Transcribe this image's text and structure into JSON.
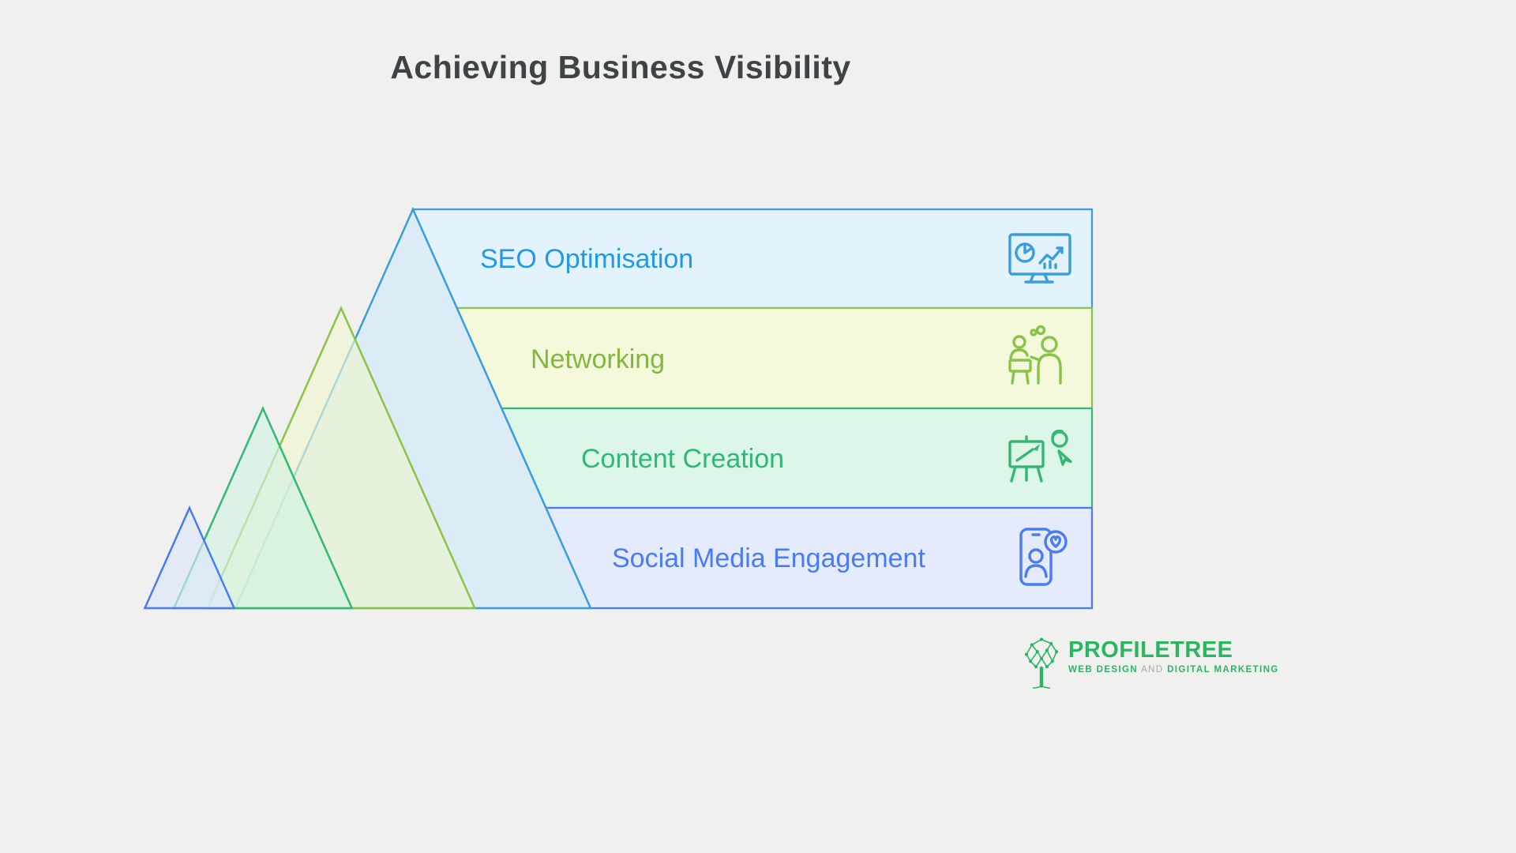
{
  "title": "Achieving Business Visibility",
  "diagram": {
    "layers": [
      {
        "label": "SEO Optimisation",
        "icon": "monitor-analytics-icon",
        "fill": "#e3f3fd",
        "border": "#3b9ddd",
        "text_color": "#2499e3",
        "triangle_fill": "#cfe9fb"
      },
      {
        "label": "Networking",
        "icon": "people-networking-icon",
        "fill": "#f3f9da",
        "border": "#8bc34a",
        "text_color": "#84b742",
        "triangle_fill": "#eef6cf"
      },
      {
        "label": "Content Creation",
        "icon": "easel-content-icon",
        "fill": "#dcf6e8",
        "border": "#34b873",
        "text_color": "#2eb873",
        "triangle_fill": "#d2f2e2"
      },
      {
        "label": "Social Media Engagement",
        "icon": "phone-engagement-icon",
        "fill": "#e4ebfd",
        "border": "#4a7bf5",
        "text_color": "#4a7bf5",
        "triangle_fill": "#dbe6fb"
      }
    ]
  },
  "logo": {
    "name": "PROFILETREE",
    "tagline_parts": {
      "p1": "WEB DESIGN",
      "p2": "AND",
      "p3": "DIGITAL MARKETING"
    },
    "color": "#2ab563"
  },
  "colors": {
    "background": "#f0f0ee",
    "title": "#3e4347"
  }
}
